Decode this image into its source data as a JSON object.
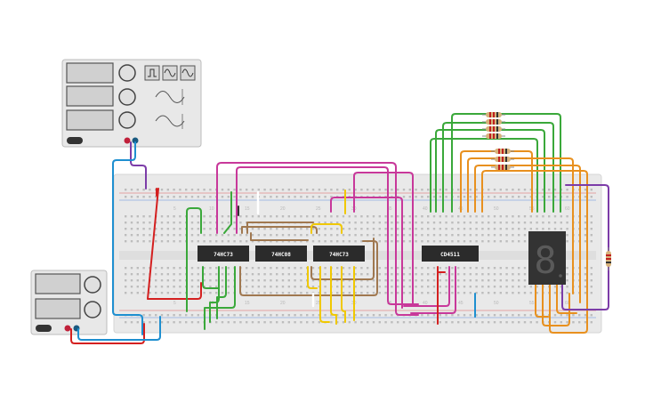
{
  "chips": [
    {
      "id": "u1",
      "label": "74HC73"
    },
    {
      "id": "u2",
      "label": "74HC08"
    },
    {
      "id": "u3",
      "label": "74HC73"
    },
    {
      "id": "u4",
      "label": "CD4511"
    }
  ],
  "breadboard_numbers": {
    "top": [
      "5",
      "10",
      "15",
      "20",
      "25",
      "30",
      "35",
      "40",
      "45",
      "50",
      "55",
      "60"
    ],
    "bottom": [
      "5",
      "10",
      "15",
      "20",
      "25",
      "30",
      "35",
      "40",
      "45",
      "50",
      "55",
      "60"
    ]
  },
  "display": {
    "digit": "8"
  },
  "colors": {
    "breadboard": "#e9e9e9",
    "chip": "#2b2b2b",
    "wire_red": "#d42020",
    "wire_blue": "#1e8fd0",
    "wire_green": "#3aa83a",
    "wire_purple": "#7c3ca8",
    "wire_magenta": "#c8389a",
    "wire_brown": "#a07850",
    "wire_yellow": "#f0c800",
    "wire_orange": "#e8901e"
  }
}
